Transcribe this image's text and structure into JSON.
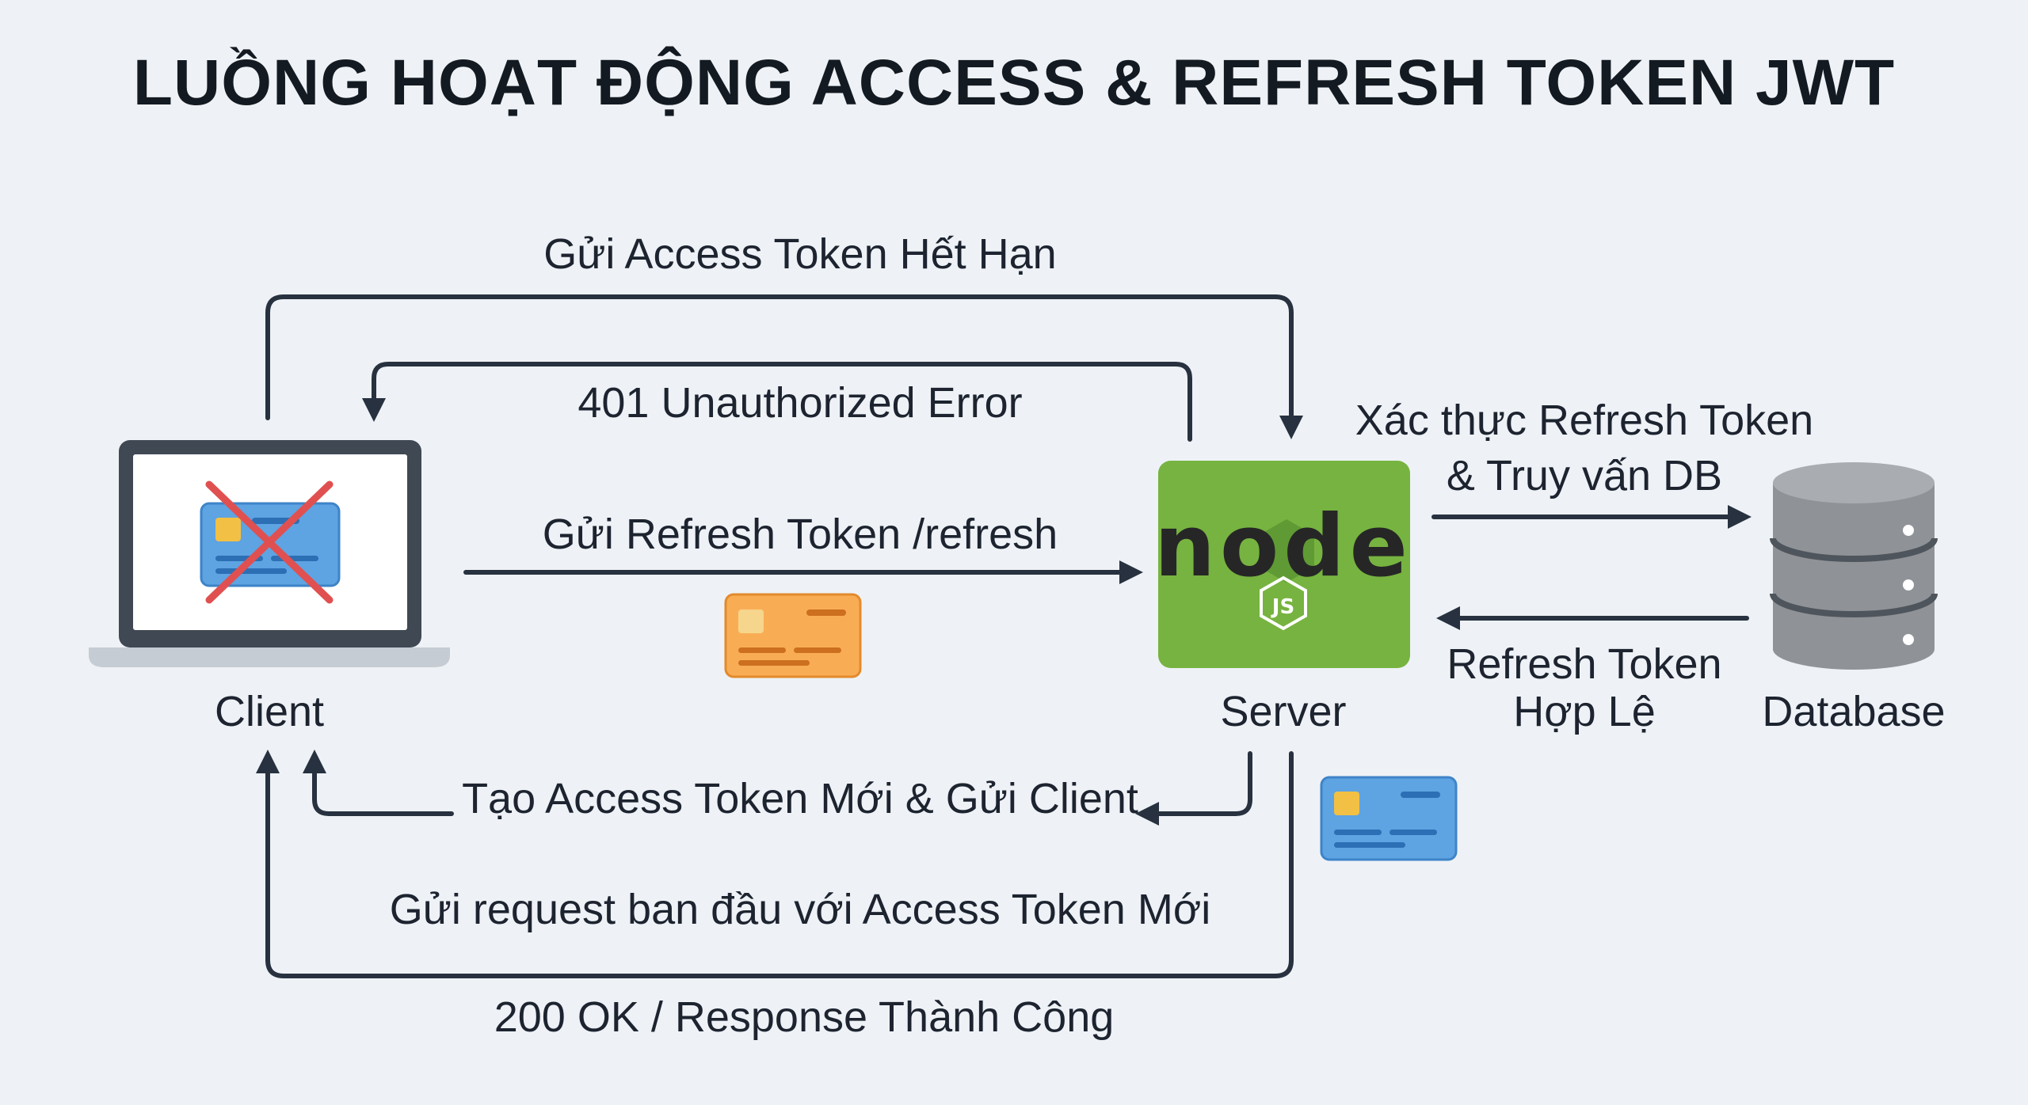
{
  "title": "LUỒNG HOẠT ĐỘNG ACCESS & REFRESH TOKEN JWT",
  "nodes": {
    "client": "Client",
    "server": "Server",
    "database": "Database"
  },
  "server_logo": {
    "word": "node",
    "badge": "JS"
  },
  "edges": {
    "send_expired": "Gửi Access Token Hết Hạn",
    "unauthorized": "401 Unauthorized Error",
    "send_refresh": "Gửi Refresh Token /refresh",
    "verify_line1": "Xác thực Refresh Token",
    "verify_line2": "& Truy vấn DB",
    "valid_line1": "Refresh Token",
    "valid_line2": "Hợp Lệ",
    "create_access": "Tạo Access Token Mới & Gửi Client",
    "resend_request": "Gửi request ban đầu với Access Token Mới",
    "ok_response": "200 OK / Response Thành Công"
  },
  "colors": {
    "arrow": "#27313f",
    "node_green": "#77b340",
    "card_blue": "#5ea3e2",
    "card_orange": "#f8ad55",
    "cross_red": "#e05050",
    "db_gray": "#8f9398",
    "laptop_frame": "#3f4853"
  },
  "icons": {
    "laptop": "laptop-icon",
    "expired_card": "credit-card-icon",
    "cross": "red-cross-icon",
    "refresh_card": "credit-card-icon",
    "new_card": "credit-card-icon",
    "server": "nodejs-logo-icon",
    "database": "database-cylinder-icon"
  }
}
